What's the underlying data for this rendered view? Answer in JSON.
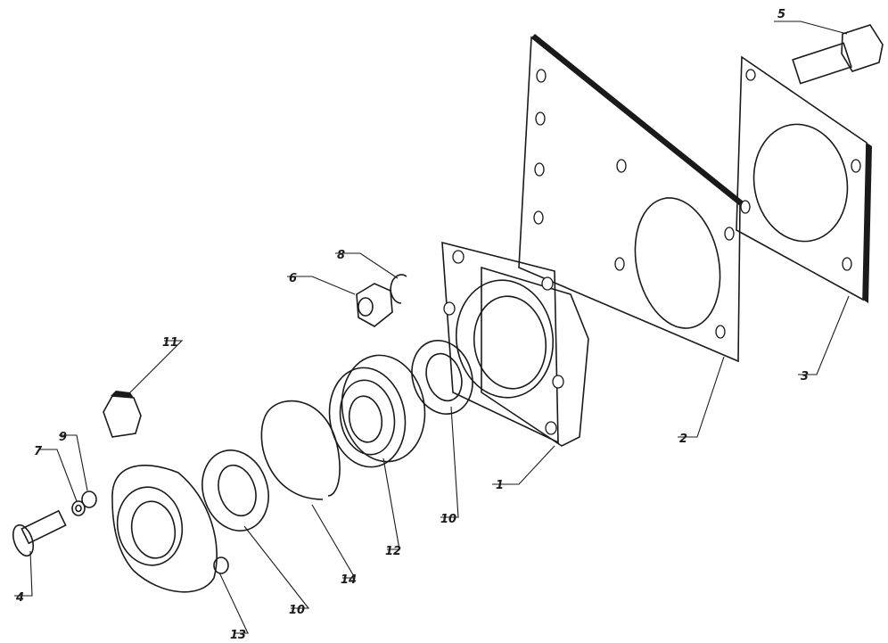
{
  "diagram": {
    "callouts": [
      {
        "id": "c1",
        "text": "1"
      },
      {
        "id": "c2",
        "text": "2"
      },
      {
        "id": "c3",
        "text": "3"
      },
      {
        "id": "c4",
        "text": "4"
      },
      {
        "id": "c5",
        "text": "5"
      },
      {
        "id": "c6",
        "text": "6"
      },
      {
        "id": "c7",
        "text": "7"
      },
      {
        "id": "c8",
        "text": "8"
      },
      {
        "id": "c9",
        "text": "9"
      },
      {
        "id": "c10a",
        "text": "10"
      },
      {
        "id": "c10b",
        "text": "10"
      },
      {
        "id": "c11",
        "text": "11"
      },
      {
        "id": "c12",
        "text": "12"
      },
      {
        "id": "c13",
        "text": "13"
      },
      {
        "id": "c14",
        "text": "14"
      }
    ]
  }
}
